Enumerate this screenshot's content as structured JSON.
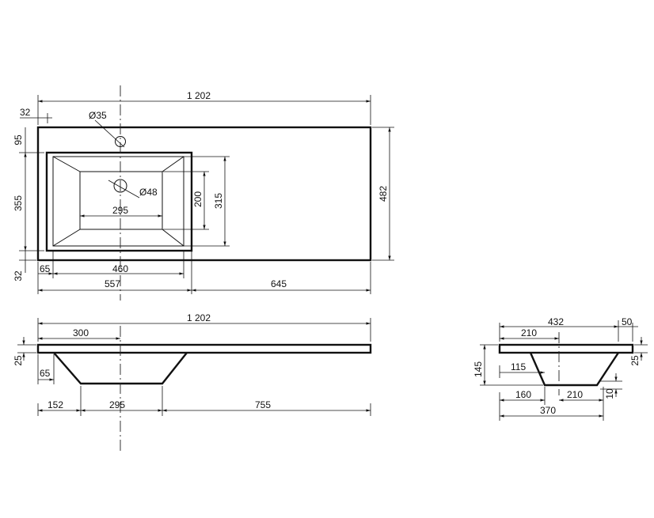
{
  "top_view": {
    "overall_width": "1 202",
    "tap_offset": "32",
    "tap_hole": "Ø35",
    "drain_hole": "Ø48",
    "depth_total": "482",
    "back_to_bowl": "95",
    "bowl_depth": "355",
    "front_edge": "32",
    "inner_depth": "315",
    "inner_bottom_depth": "200",
    "inner_bottom_width": "295",
    "side_offset": "65",
    "bowl_width": "460",
    "bowl_zone_width": "557",
    "deck_width": "645"
  },
  "front_view": {
    "overall_width": "1 202",
    "drain_offset": "300",
    "top_thickness": "25",
    "bottom_offset": "65",
    "left_offset": "152",
    "bottom_width": "295",
    "right_offset": "755"
  },
  "side_view": {
    "total_depth": "432",
    "back_offset": "50",
    "drain_from_front": "210",
    "thickness": "25",
    "bowl_height": "145",
    "inner_offset": "115",
    "bottom_thickness": "10",
    "front_to_bottom": "160",
    "bottom_width": "210",
    "bowl_depth": "370"
  }
}
